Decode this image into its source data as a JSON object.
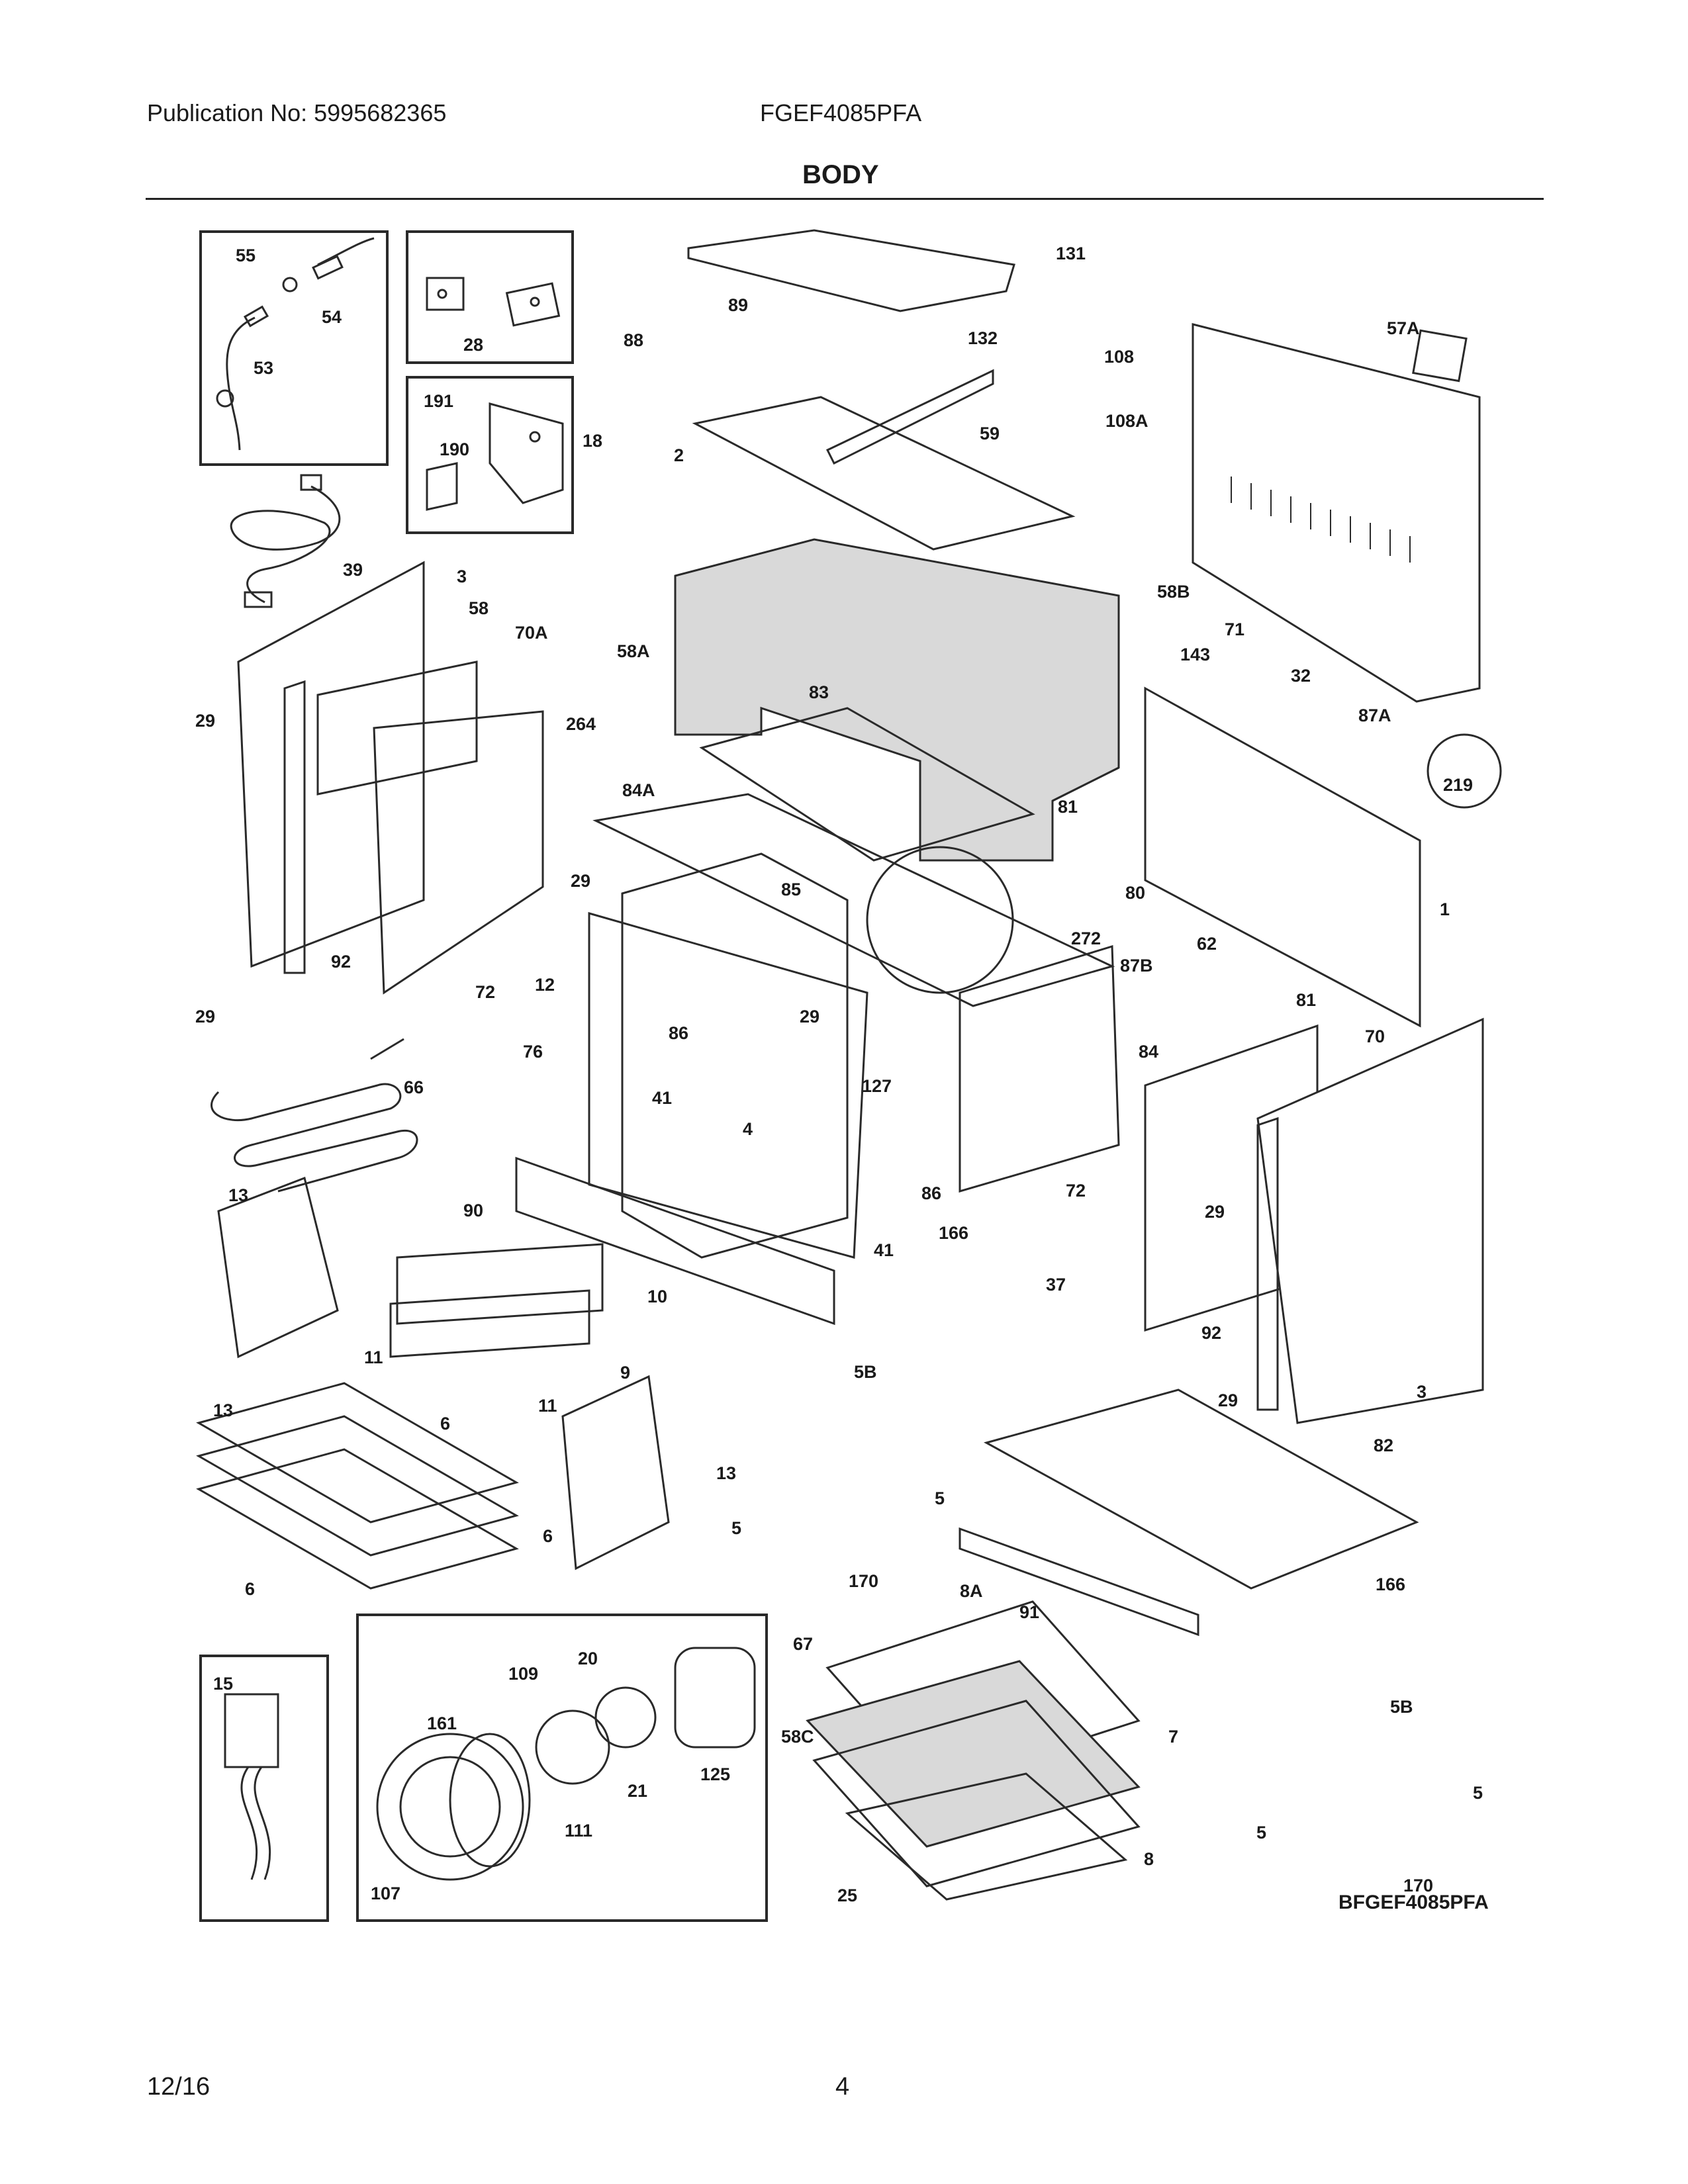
{
  "header": {
    "publication": "Publication No: 5995682365",
    "model": "FGEF4085PFA",
    "section_title": "BODY"
  },
  "diagram": {
    "code": "BFGEF4085PFA",
    "callouts": [
      {
        "id": "c55",
        "label": "55"
      },
      {
        "id": "c54",
        "label": "54"
      },
      {
        "id": "c53",
        "label": "53"
      },
      {
        "id": "c28",
        "label": "28"
      },
      {
        "id": "c191",
        "label": "191"
      },
      {
        "id": "c190",
        "label": "190"
      },
      {
        "id": "c39",
        "label": "39"
      },
      {
        "id": "c3a",
        "label": "3"
      },
      {
        "id": "c58",
        "label": "58"
      },
      {
        "id": "c70A",
        "label": "70A"
      },
      {
        "id": "c29a",
        "label": "29"
      },
      {
        "id": "c29b",
        "label": "29"
      },
      {
        "id": "c92a",
        "label": "92"
      },
      {
        "id": "c72a",
        "label": "72"
      },
      {
        "id": "c264",
        "label": "264"
      },
      {
        "id": "c29c",
        "label": "29"
      },
      {
        "id": "c12",
        "label": "12"
      },
      {
        "id": "c131",
        "label": "131"
      },
      {
        "id": "c89",
        "label": "89"
      },
      {
        "id": "c88",
        "label": "88"
      },
      {
        "id": "c18",
        "label": "18"
      },
      {
        "id": "c2",
        "label": "2"
      },
      {
        "id": "c132",
        "label": "132"
      },
      {
        "id": "c59",
        "label": "59"
      },
      {
        "id": "c108",
        "label": "108"
      },
      {
        "id": "c108A",
        "label": "108A"
      },
      {
        "id": "c58A",
        "label": "58A"
      },
      {
        "id": "c58B",
        "label": "58B"
      },
      {
        "id": "c83",
        "label": "83"
      },
      {
        "id": "c84A",
        "label": "84A"
      },
      {
        "id": "c85",
        "label": "85"
      },
      {
        "id": "c29d",
        "label": "29"
      },
      {
        "id": "c76",
        "label": "76"
      },
      {
        "id": "c86a",
        "label": "86"
      },
      {
        "id": "c41a",
        "label": "41"
      },
      {
        "id": "c4",
        "label": "4"
      },
      {
        "id": "c127",
        "label": "127"
      },
      {
        "id": "c84",
        "label": "84"
      },
      {
        "id": "c86b",
        "label": "86"
      },
      {
        "id": "c41b",
        "label": "41"
      },
      {
        "id": "c90",
        "label": "90"
      },
      {
        "id": "c66",
        "label": "66"
      },
      {
        "id": "c13a",
        "label": "13"
      },
      {
        "id": "c11a",
        "label": "11"
      },
      {
        "id": "c13b",
        "label": "13"
      },
      {
        "id": "c10",
        "label": "10"
      },
      {
        "id": "c9",
        "label": "9"
      },
      {
        "id": "c6a",
        "label": "6"
      },
      {
        "id": "c11b",
        "label": "11"
      },
      {
        "id": "c13c",
        "label": "13"
      },
      {
        "id": "c6b",
        "label": "6"
      },
      {
        "id": "c6c",
        "label": "6"
      },
      {
        "id": "c57A",
        "label": "57A"
      },
      {
        "id": "c71",
        "label": "71"
      },
      {
        "id": "c143",
        "label": "143"
      },
      {
        "id": "c32",
        "label": "32"
      },
      {
        "id": "c87A",
        "label": "87A"
      },
      {
        "id": "c219",
        "label": "219"
      },
      {
        "id": "c81a",
        "label": "81"
      },
      {
        "id": "c1",
        "label": "1"
      },
      {
        "id": "c80",
        "label": "80"
      },
      {
        "id": "c272",
        "label": "272"
      },
      {
        "id": "c62",
        "label": "62"
      },
      {
        "id": "c87B",
        "label": "87B"
      },
      {
        "id": "c81b",
        "label": "81"
      },
      {
        "id": "c70",
        "label": "70"
      },
      {
        "id": "c72b",
        "label": "72"
      },
      {
        "id": "c29e",
        "label": "29"
      },
      {
        "id": "c37",
        "label": "37"
      },
      {
        "id": "c166a",
        "label": "166"
      },
      {
        "id": "c5Ba",
        "label": "5B"
      },
      {
        "id": "c5a",
        "label": "5"
      },
      {
        "id": "c5b",
        "label": "5"
      },
      {
        "id": "c170a",
        "label": "170"
      },
      {
        "id": "c92b",
        "label": "92"
      },
      {
        "id": "c29f",
        "label": "29"
      },
      {
        "id": "c3b",
        "label": "3"
      },
      {
        "id": "c82",
        "label": "82"
      },
      {
        "id": "c8A",
        "label": "8A"
      },
      {
        "id": "c91",
        "label": "91"
      },
      {
        "id": "c67",
        "label": "67"
      },
      {
        "id": "c58C",
        "label": "58C"
      },
      {
        "id": "c7",
        "label": "7"
      },
      {
        "id": "c8",
        "label": "8"
      },
      {
        "id": "c25",
        "label": "25"
      },
      {
        "id": "c166b",
        "label": "166"
      },
      {
        "id": "c5Bb",
        "label": "5B"
      },
      {
        "id": "c5c",
        "label": "5"
      },
      {
        "id": "c5d",
        "label": "5"
      },
      {
        "id": "c170b",
        "label": "170"
      },
      {
        "id": "c15",
        "label": "15"
      },
      {
        "id": "c109",
        "label": "109"
      },
      {
        "id": "c20",
        "label": "20"
      },
      {
        "id": "c161",
        "label": "161"
      },
      {
        "id": "c21",
        "label": "21"
      },
      {
        "id": "c125",
        "label": "125"
      },
      {
        "id": "c111",
        "label": "111"
      },
      {
        "id": "c107",
        "label": "107"
      }
    ]
  },
  "footer": {
    "date": "12/16",
    "page": "4"
  }
}
